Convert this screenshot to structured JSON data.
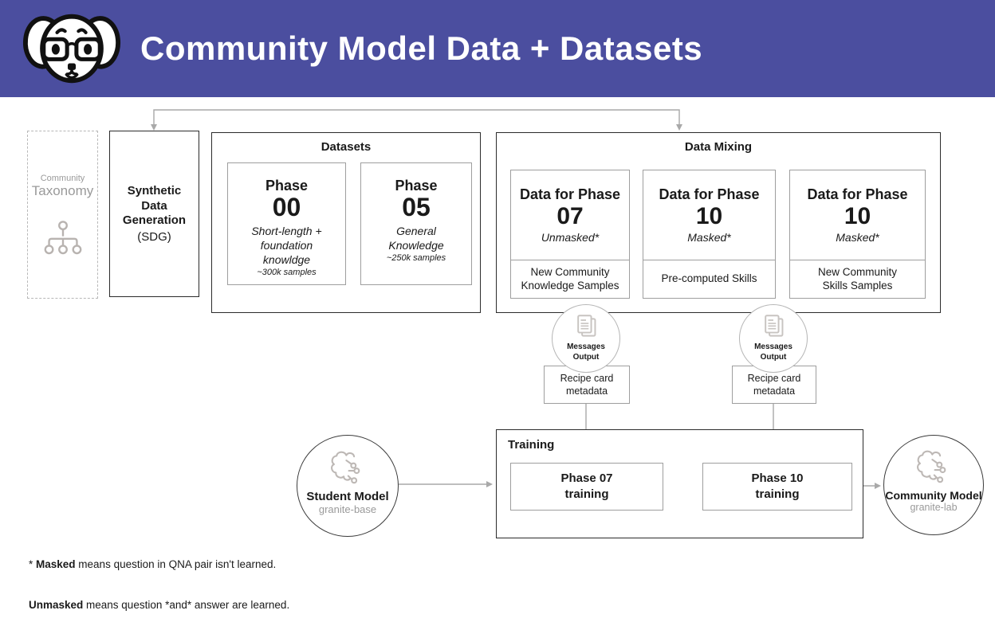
{
  "header": {
    "title": "Community Model Data + Datasets",
    "logo_icon": "puppy-with-glasses-logo"
  },
  "colors": {
    "header_bg": "#4b4e9f",
    "title_text": "#ffffff",
    "muted_gray_text": "#9a9a9a",
    "gray_border": "#9e9e9e",
    "arrow_gray": "#a9a9a9",
    "dark_border": "#2b2b2b"
  },
  "taxonomy": {
    "line1": "Community",
    "line2": "Taxonomy",
    "icon": "taxonomy-tree-icon"
  },
  "sdg": {
    "title": "Synthetic Data Generation",
    "subtitle": "(SDG)"
  },
  "datasets": {
    "label": "Datasets",
    "phases": [
      {
        "title": "Phase",
        "number": "00",
        "desc": "Short-length + foundation knowldge",
        "samples": "~300k samples"
      },
      {
        "title": "Phase",
        "number": "05",
        "desc": "General Knowledge",
        "samples": "~250k samples"
      }
    ]
  },
  "data_mixing": {
    "label": "Data Mixing",
    "cards": [
      {
        "title": "Data for Phase",
        "number": "07",
        "mask": "Unmasked*",
        "bottom": "New Community Knowledge Samples"
      },
      {
        "title": "Data for Phase",
        "number": "10",
        "mask": "Masked*",
        "bottom": "Pre-computed Skills"
      },
      {
        "title": "Data for Phase",
        "number": "10",
        "mask": "Masked*",
        "bottom": "New Community Skills Samples"
      }
    ]
  },
  "messages_output": {
    "label": "Messages Output",
    "icon": "document-pages-icon"
  },
  "recipe_cards": [
    {
      "text": "Recipe card metadata"
    },
    {
      "text": "Recipe card metadata"
    }
  ],
  "training": {
    "label": "Training",
    "boxes": [
      {
        "line1": "Phase 07",
        "line2": "training"
      },
      {
        "line1": "Phase 10",
        "line2": "training"
      }
    ]
  },
  "student_model": {
    "title": "Student Model",
    "subtitle": "granite-base",
    "icon": "brain-circuit-icon"
  },
  "community_model": {
    "title": "Community Model",
    "subtitle": "granite-lab",
    "icon": "brain-circuit-icon"
  },
  "footnote": {
    "line1_prefix": "* ",
    "line1_bold": "Masked",
    "line1_rest": " means question in QNA pair isn't learned.",
    "line2_bold": "Unmasked",
    "line2_rest": " means question *and* answer are learned."
  }
}
